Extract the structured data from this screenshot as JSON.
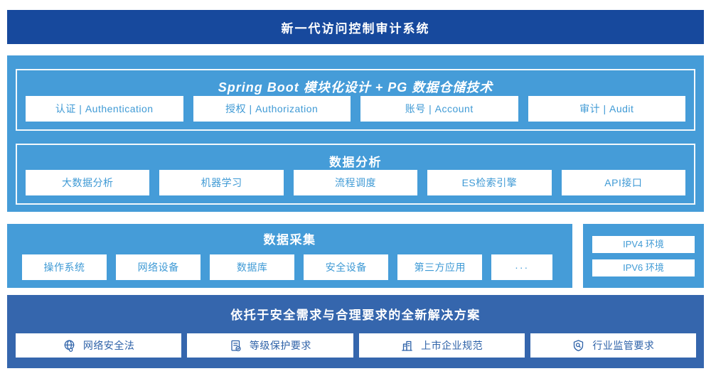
{
  "banner": {
    "title": "新一代访问控制审计系统"
  },
  "platform": {
    "spring": {
      "title": "Spring Boot 模块化设计 + PG 数据仓储技术",
      "modules": [
        "认证 | Authentication",
        "授权 | Authorization",
        "账号 | Account",
        "审计 | Audit"
      ]
    },
    "analysis": {
      "title": "数据分析",
      "modules": [
        "大数据分析",
        "机器学习",
        "流程调度",
        "ES检索引擎",
        "API接口"
      ]
    }
  },
  "collection": {
    "title": "数据采集",
    "sources": [
      "操作系统",
      "网络设备",
      "数据库",
      "安全设备",
      "第三方应用",
      "···"
    ]
  },
  "environments": {
    "items": [
      "IPV4 环境",
      "IPV6 环境"
    ]
  },
  "solution": {
    "title": "依托于安全需求与合理要求的全新解决方案",
    "items": [
      {
        "icon": "globe-icon",
        "label": "网络安全法"
      },
      {
        "icon": "document-check-icon",
        "label": "等级保护要求"
      },
      {
        "icon": "buildings-icon",
        "label": "上市企业规范"
      },
      {
        "icon": "shield-search-icon",
        "label": "行业监管要求"
      }
    ]
  },
  "colors": {
    "banner_blue": "#17499D",
    "light_blue": "#459CD8",
    "solution_blue": "#3566AD",
    "light_box_text": "#3F9AD5",
    "solution_box_text": "#2E62A8"
  }
}
